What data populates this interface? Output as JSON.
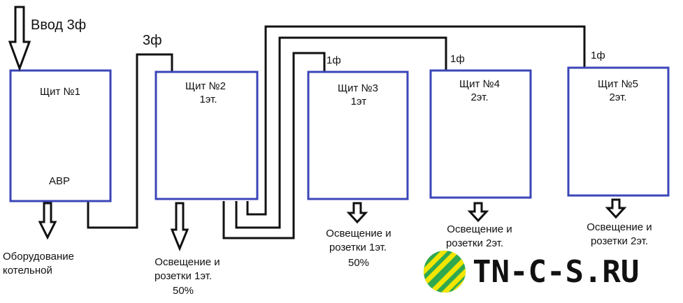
{
  "input": {
    "label": "Ввод 3ф"
  },
  "link_phase": {
    "label": "3ф"
  },
  "phase_tags": [
    "1ф",
    "1ф",
    "1ф"
  ],
  "panels": [
    {
      "title": "Щит №1",
      "subtitle": "",
      "inner": "АВР"
    },
    {
      "title": "Щит №2",
      "subtitle": "1эт.",
      "inner": ""
    },
    {
      "title": "Щит №3",
      "subtitle": "1эт",
      "inner": ""
    },
    {
      "title": "Щит №4",
      "subtitle": "2эт.",
      "inner": ""
    },
    {
      "title": "Щит №5",
      "subtitle": "2эт.",
      "inner": ""
    }
  ],
  "outputs": [
    {
      "lines": [
        "Оборудование",
        "котельной"
      ]
    },
    {
      "lines": [
        "Освещение и",
        "розетки 1эт.",
        "50%"
      ]
    },
    {
      "lines": [
        "Освещение и",
        "розетки 1эт.",
        "50%"
      ]
    },
    {
      "lines": [
        "Освещение и",
        "розетки 2эт."
      ]
    },
    {
      "lines": [
        "Освещение и",
        "розетки 2эт."
      ]
    }
  ],
  "logo": {
    "text": "TN-C-S.RU",
    "color_green": "#2fa84f",
    "color_yellow": "#f2e500"
  },
  "colors": {
    "panel_border": "#3b46b8",
    "wire": "#111111"
  }
}
